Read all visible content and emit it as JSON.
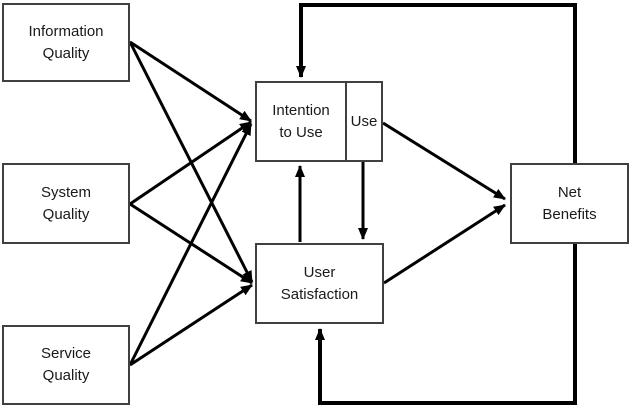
{
  "diagram": {
    "kind": "flow-diagram",
    "colors": {
      "background": "#ffffff",
      "box_border": "#404040",
      "arrow": "#000000",
      "text": "#1a1a1a"
    },
    "nodes": {
      "information_quality": {
        "line1": "Information",
        "line2": "Quality"
      },
      "system_quality": {
        "line1": "System",
        "line2": "Quality"
      },
      "service_quality": {
        "line1": "Service",
        "line2": "Quality"
      },
      "intention_to_use": {
        "line1": "Intention",
        "line2": "to Use"
      },
      "use": {
        "line1": "Use"
      },
      "user_satisfaction": {
        "line1": "User",
        "line2": "Satisfaction"
      },
      "net_benefits": {
        "line1": "Net",
        "line2": "Benefits"
      }
    },
    "edges": [
      {
        "from": "Information Quality",
        "to": "Intention to Use"
      },
      {
        "from": "Information Quality",
        "to": "User Satisfaction"
      },
      {
        "from": "System Quality",
        "to": "Intention to Use"
      },
      {
        "from": "System Quality",
        "to": "User Satisfaction"
      },
      {
        "from": "Service Quality",
        "to": "Intention to Use"
      },
      {
        "from": "Service Quality",
        "to": "User Satisfaction"
      },
      {
        "from": "User Satisfaction",
        "to": "Intention to Use"
      },
      {
        "from": "Use",
        "to": "User Satisfaction"
      },
      {
        "from": "Use",
        "to": "Net Benefits"
      },
      {
        "from": "User Satisfaction",
        "to": "Net Benefits"
      },
      {
        "from": "Net Benefits",
        "to": "Intention to Use"
      },
      {
        "from": "Net Benefits",
        "to": "User Satisfaction"
      }
    ]
  }
}
